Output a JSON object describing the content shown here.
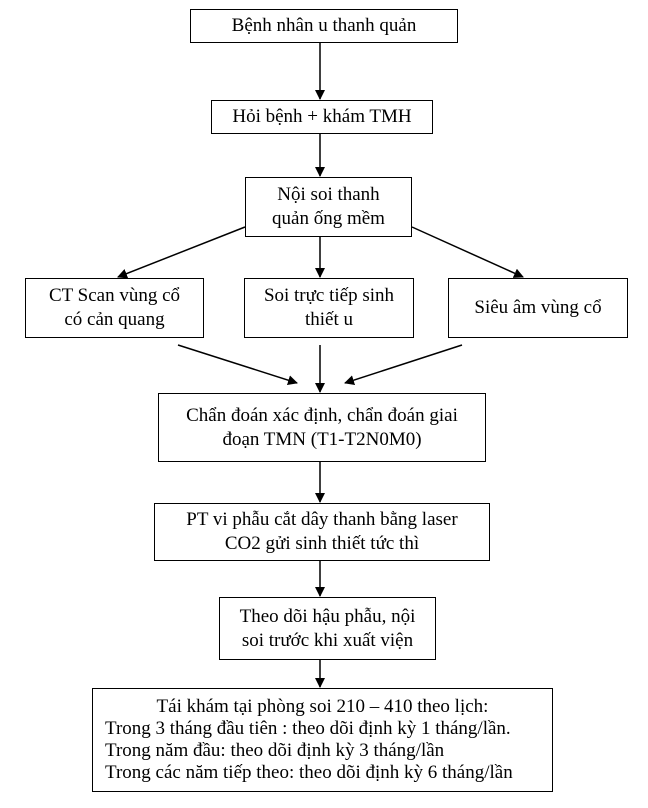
{
  "flowchart": {
    "nodes": [
      {
        "id": "b1",
        "lines": [
          "Bệnh nhân u thanh quản"
        ]
      },
      {
        "id": "b2",
        "lines": [
          "Hỏi bệnh + khám TMH"
        ]
      },
      {
        "id": "b3",
        "lines": [
          "Nội soi thanh",
          "quản ống mềm"
        ]
      },
      {
        "id": "b4",
        "lines": [
          "CT Scan vùng cổ",
          "có cản quang"
        ]
      },
      {
        "id": "b5",
        "lines": [
          "Soi trực tiếp sinh",
          "thiết u"
        ]
      },
      {
        "id": "b6",
        "lines": [
          "Siêu âm vùng cổ"
        ]
      },
      {
        "id": "b7",
        "lines": [
          "Chẩn đoán xác định, chẩn đoán giai",
          "đoạn TMN (T1-T2N0M0)"
        ]
      },
      {
        "id": "b8",
        "lines": [
          "PT vi phẫu cắt dây thanh bằng laser",
          "CO2 gửi sinh thiết tức thì"
        ]
      },
      {
        "id": "b9",
        "lines": [
          "Theo dõi hậu phẫu, nội",
          "soi trước khi xuất viện"
        ]
      },
      {
        "id": "b10",
        "lines": [
          "Tái khám tại phòng soi 210 – 410 theo lịch:",
          "Trong 3 tháng đầu tiên : theo dõi định kỳ 1 tháng/lần.",
          "Trong năm đầu: theo dõi định kỳ 3 tháng/lần",
          "Trong các năm tiếp theo: theo dõi định kỳ 6 tháng/lần"
        ]
      }
    ],
    "edges": [
      {
        "from": "b1",
        "to": "b2"
      },
      {
        "from": "b2",
        "to": "b3"
      },
      {
        "from": "b3",
        "to": "b4"
      },
      {
        "from": "b3",
        "to": "b5"
      },
      {
        "from": "b3",
        "to": "b6"
      },
      {
        "from": "b4",
        "to": "b7"
      },
      {
        "from": "b5",
        "to": "b7"
      },
      {
        "from": "b6",
        "to": "b7"
      },
      {
        "from": "b7",
        "to": "b8"
      },
      {
        "from": "b8",
        "to": "b9"
      },
      {
        "from": "b9",
        "to": "b10"
      }
    ]
  }
}
